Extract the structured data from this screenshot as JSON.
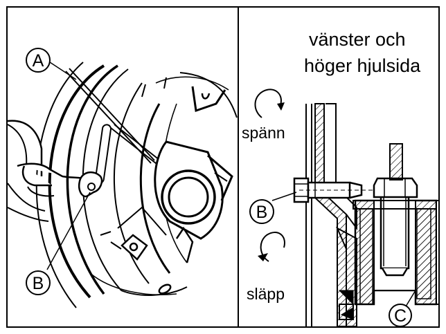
{
  "panel_left": {
    "callout_a": "A",
    "callout_b": "B"
  },
  "panel_right": {
    "title_line1": "vänster och",
    "title_line2": "höger hjulsida",
    "tighten_label": "spänn",
    "release_label": "släpp",
    "callout_b": "B",
    "callout_c": "C"
  },
  "colors": {
    "ink": "#000000",
    "paper": "#ffffff"
  }
}
